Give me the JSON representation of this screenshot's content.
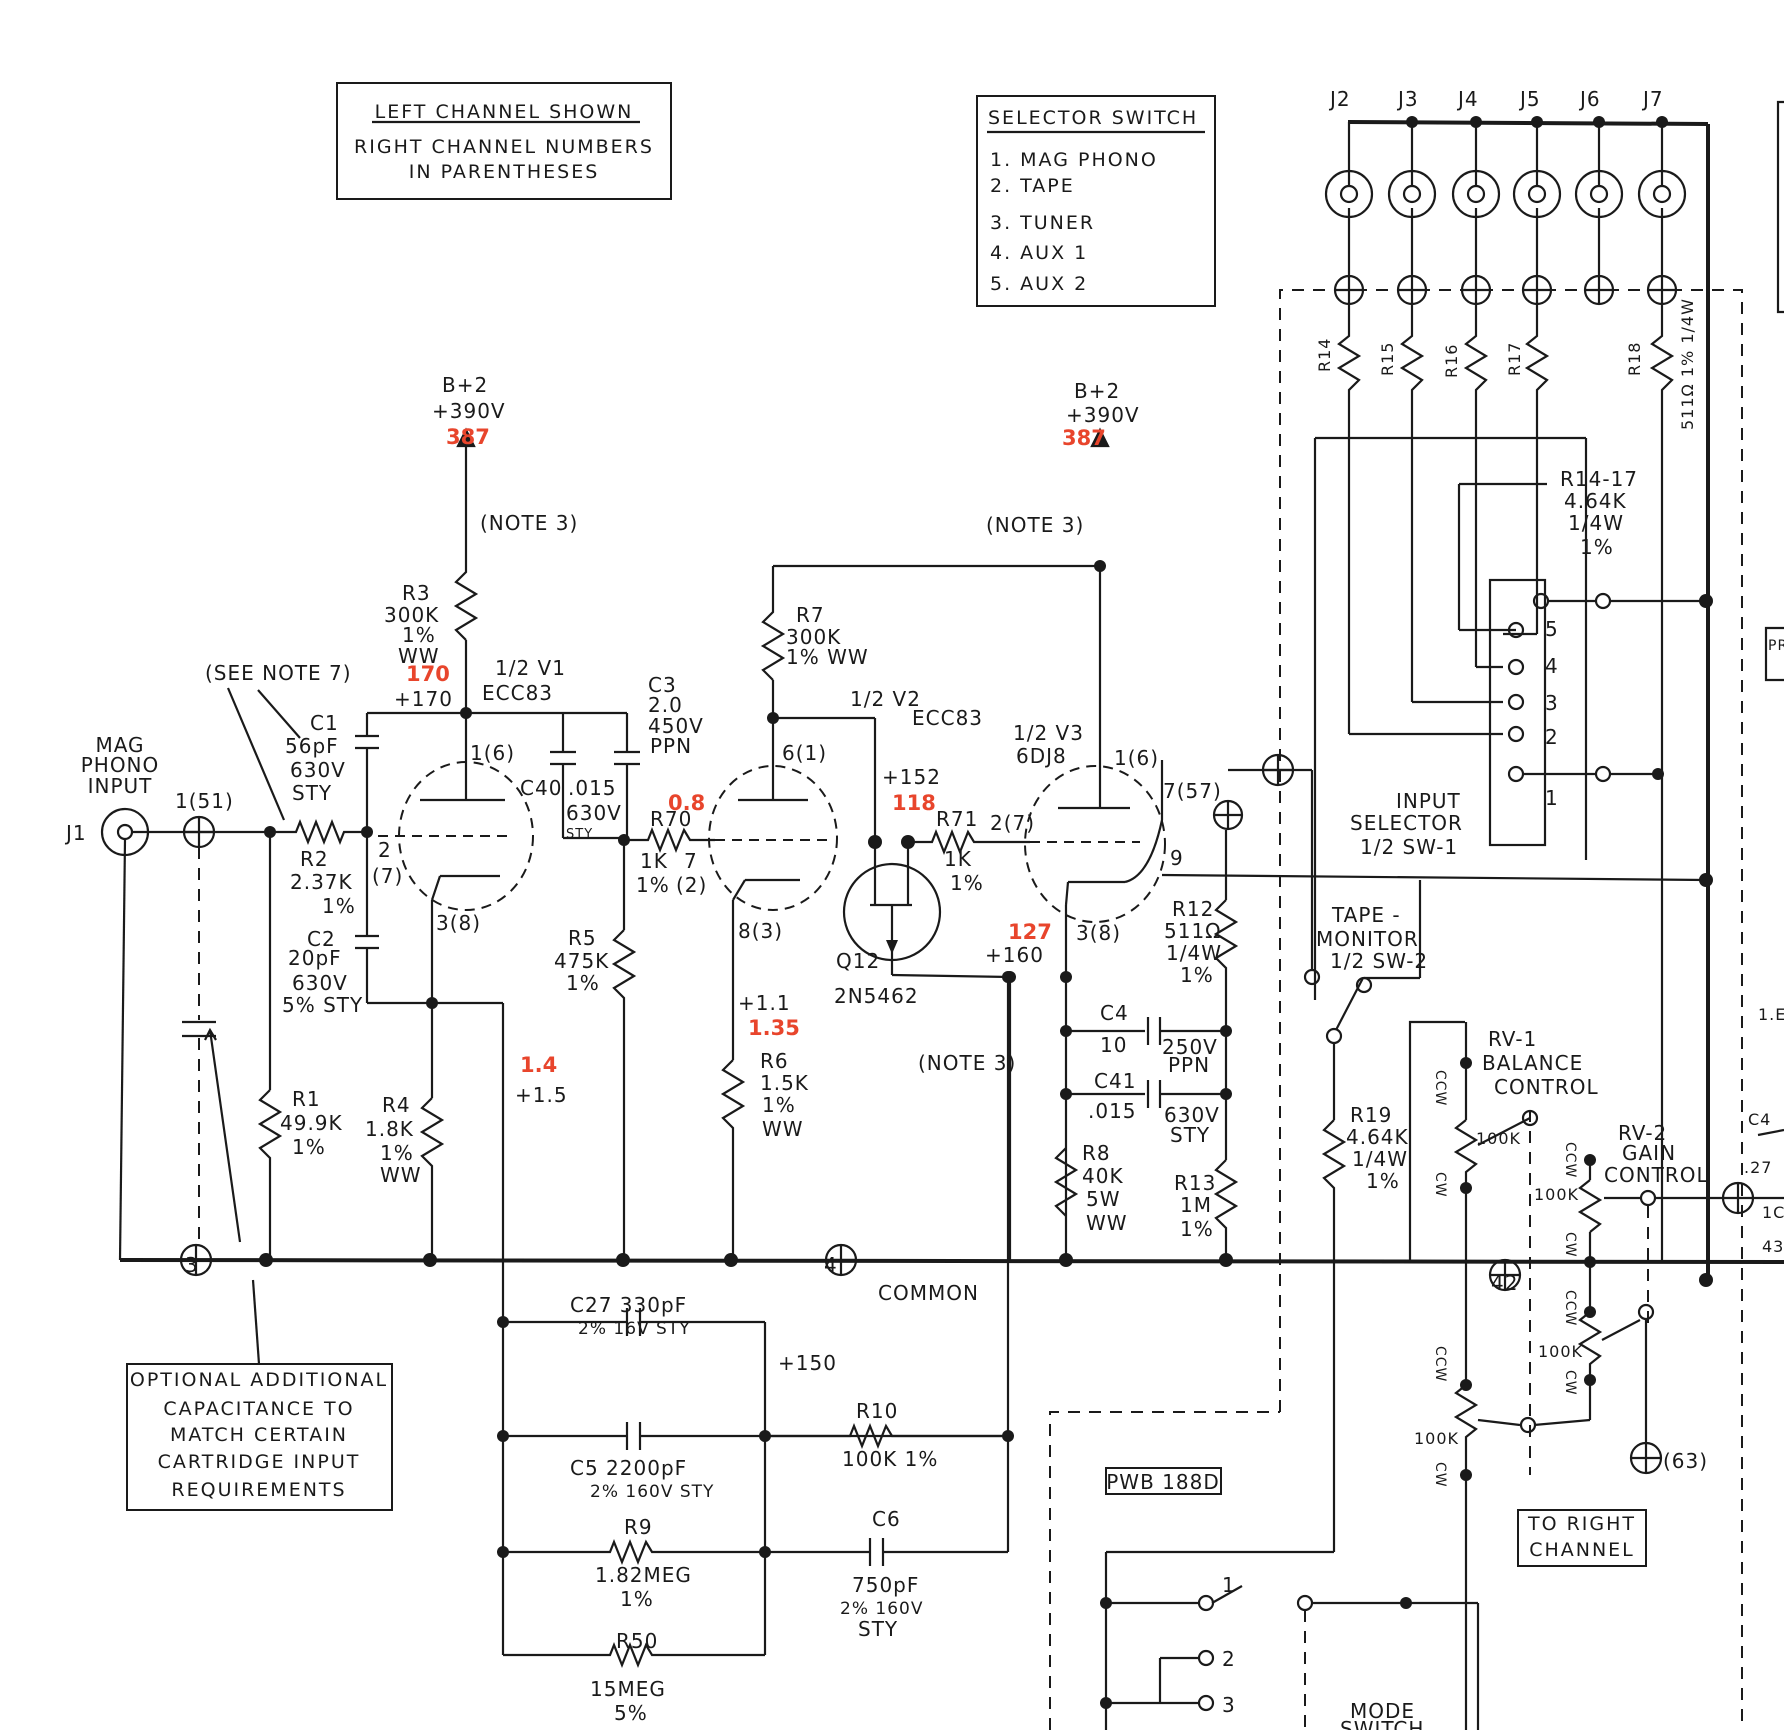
{
  "notes": {
    "channel": [
      "LEFT CHANNEL SHOWN",
      "RIGHT CHANNEL NUMBERS",
      "IN PARENTHESES"
    ],
    "selector_title": "SELECTOR SWITCH",
    "selector_items": [
      "1. MAG PHONO",
      "2. TAPE",
      "3. TUNER",
      "4. AUX 1",
      "5. AUX 2"
    ],
    "optional": [
      "OPTIONAL ADDITIONAL",
      "CAPACITANCE TO",
      "MATCH CERTAIN",
      "CARTRIDGE INPUT",
      "REQUIREMENTS"
    ],
    "to_right": [
      "TO RIGHT",
      "CHANNEL"
    ],
    "pwb": "PWB 188D",
    "see_note7": "(SEE NOTE 7)",
    "note3": "(NOTE 3)"
  },
  "jacks": [
    "J2",
    "J3",
    "J4",
    "J5",
    "J6",
    "J7"
  ],
  "input": {
    "label": [
      "MAG",
      "PHONO",
      "INPUT"
    ],
    "jack": "J1",
    "pin": "1(51)"
  },
  "rails": {
    "left": {
      "name": "B+2",
      "volts": "+390V",
      "measured": "387"
    },
    "right": {
      "name": "B+2",
      "volts": "+390V",
      "measured": "387"
    }
  },
  "components": {
    "R3": [
      "R3",
      "300K",
      "1%",
      "WW"
    ],
    "R7": [
      "R7",
      "300K",
      "1% WW"
    ],
    "C1": [
      "C1",
      "56pF",
      "630V",
      "STY"
    ],
    "R2": [
      "R2",
      "2.37K",
      "1%"
    ],
    "C2": [
      "C2",
      "20pF",
      "630V",
      "5% STY"
    ],
    "R1": [
      "R1",
      "49.9K",
      "1%"
    ],
    "R4": [
      "R4",
      "1.8K",
      "1%",
      "WW"
    ],
    "C3": [
      "C3",
      "2.0",
      "450V",
      "PPN"
    ],
    "C40": [
      "C40",
      ".015",
      "630V",
      "STY"
    ],
    "R70": [
      "R70",
      "1K",
      "1%"
    ],
    "R5": [
      "R5",
      "475K",
      "1%"
    ],
    "R6": [
      "R6",
      "1.5K",
      "1%",
      "WW"
    ],
    "R71": [
      "R71",
      "1K",
      "1%"
    ],
    "Q12": [
      "Q12",
      "2N5462"
    ],
    "R12": [
      "R12",
      "511Ω",
      "1/4W",
      "1%"
    ],
    "C4": [
      "C4",
      "10",
      "250V",
      "PPN"
    ],
    "C41": [
      "C41",
      ".015",
      "630V",
      "STY"
    ],
    "R8": [
      "R8",
      "40K",
      "5W",
      "WW"
    ],
    "R13": [
      "R13",
      "1M",
      "1%"
    ],
    "R19": [
      "R19",
      "4.64K",
      "1/4W",
      "1%"
    ],
    "R14_17": [
      "R14-17",
      "4.64K",
      "1/4W",
      "1%"
    ],
    "R18": [
      "R18",
      "511Ω 1% 1/4W"
    ],
    "C27": [
      "C27 330pF",
      "2% 16V STY"
    ],
    "C5": [
      "C5 2200pF",
      "2% 160V STY"
    ],
    "R10": [
      "R10",
      "100K 1%"
    ],
    "R9": [
      "R9",
      "1.82MEG",
      "1%"
    ],
    "C6": [
      "C6",
      "750pF",
      "2% 160V",
      "STY"
    ],
    "R50": [
      "R50",
      "15MEG",
      "5%"
    ],
    "R14": "R14",
    "R15": "R15",
    "R16": "R16",
    "R17": "R17"
  },
  "tubes": {
    "v1": [
      "1/2 V1",
      "ECC83"
    ],
    "v2": [
      "1/2 V2",
      "ECC83"
    ],
    "v3": [
      "1/2 V3",
      "6DJ8"
    ]
  },
  "pins": {
    "v1_plate": "1(6)",
    "v1_grid": "2",
    "v1_grid_r": "(7)",
    "v1_cath": "3(8)",
    "v2_plate": "6(1)",
    "v2_grid": "7",
    "v2_grid_r": "(2)",
    "v2_cath": "8(3)",
    "v3_plate": "1(6)",
    "v3_grid": "2(7)",
    "v3_cath": "3(8)",
    "v3_out": "7(57)",
    "v3_heat": "9",
    "node3": "3",
    "node4": "4",
    "node42": "42",
    "node63": "(63)",
    "common": "COMMON"
  },
  "voltages": {
    "v1_plate": "+170",
    "v1_plate_meas": "170",
    "v1_cath": "+1.5",
    "v1_cath_meas": "1.4",
    "v2_grid_meas": "0.8",
    "v2_cath": "+1.1",
    "v2_cath_meas": "1.35",
    "v3_grid": "+152",
    "v3_grid_meas": "118",
    "v3_cath": "+160",
    "v3_cath_meas": "127",
    "fb": "+150"
  },
  "switches": {
    "input": [
      "INPUT",
      "SELECTOR",
      "1/2 SW-1"
    ],
    "input_pos": [
      "5",
      "4",
      "3",
      "2",
      "1"
    ],
    "tape": [
      "TAPE -",
      "MONITOR",
      "1/2 SW-2"
    ],
    "balance": [
      "RV-1",
      "BALANCE",
      "CONTROL"
    ],
    "gain": [
      "RV-2",
      "GAIN",
      "CONTROL"
    ],
    "pot": "100K",
    "ccw": "CCW",
    "cw": "CW",
    "mode": [
      "MODE",
      "SWITCH"
    ],
    "mode_pos": [
      "1",
      "2",
      "3"
    ]
  }
}
